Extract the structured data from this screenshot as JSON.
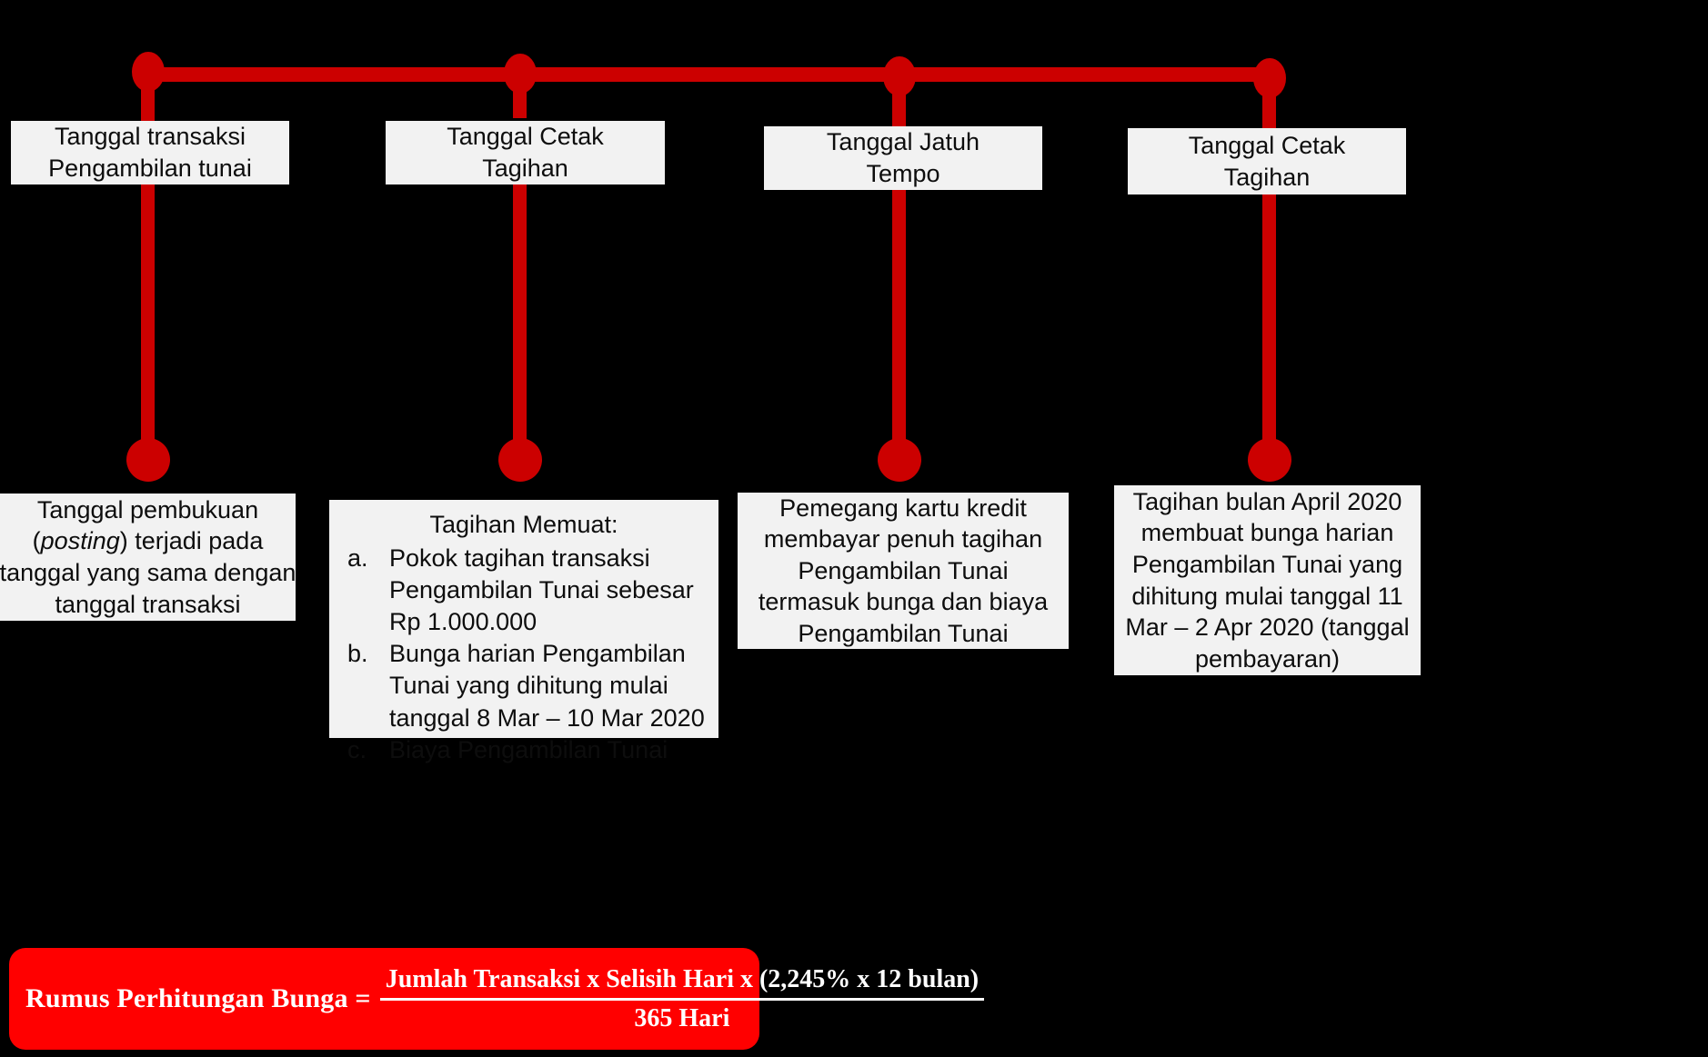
{
  "theme": {
    "background": "#000000",
    "timeline_red": "#CC0000",
    "banner_red": "#FF0000",
    "box_fill": "#F2F2F2",
    "box_text": "#0D0D0D",
    "banner_text": "#FFFFFF"
  },
  "timeline": {
    "name": "credit-card-cash-withdrawal-timeline",
    "nodes": [
      {
        "id": "node-1",
        "top_label_lines": [
          "Tanggal transaksi",
          "Pengambilan tunai"
        ]
      },
      {
        "id": "node-2",
        "top_label_lines": [
          "Tanggal Cetak",
          "Tagihan"
        ]
      },
      {
        "id": "node-3",
        "top_label_lines": [
          "Tanggal Jatuh",
          "Tempo"
        ]
      },
      {
        "id": "node-4",
        "top_label_lines": [
          "Tanggal Cetak",
          "Tagihan"
        ]
      }
    ]
  },
  "top_boxes": [
    {
      "id": "top-box-1",
      "lines": [
        "Tanggal transaksi",
        "Pengambilan tunai"
      ]
    },
    {
      "id": "top-box-2",
      "lines": [
        "Tanggal Cetak",
        "Tagihan"
      ]
    },
    {
      "id": "top-box-3",
      "lines": [
        "Tanggal Jatuh",
        "Tempo"
      ]
    },
    {
      "id": "top-box-4",
      "lines": [
        "Tanggal Cetak",
        "Tagihan"
      ]
    }
  ],
  "bottom_boxes": {
    "box1": {
      "id": "bottom-box-posting",
      "line1": "Tanggal pembukuan",
      "line2_pre": "(",
      "line2_italic": "posting",
      "line2_post": ") terjadi pada",
      "line3": "tanggal yang sama dengan",
      "line4": "tanggal transaksi"
    },
    "box2": {
      "id": "bottom-box-tagihan-memuat",
      "title": "Tagihan Memuat:",
      "items": [
        {
          "marker": "a.",
          "text": "Pokok tagihan transaksi Pengambilan Tunai sebesar Rp 1.000.000"
        },
        {
          "marker": "b.",
          "text": "Bunga harian Pengambilan Tunai yang dihitung mulai tanggal 8 Mar – 10 Mar 2020"
        },
        {
          "marker": "c.",
          "text": "Biaya Pengambilan Tunai"
        }
      ]
    },
    "box3": {
      "id": "bottom-box-jatuh-tempo",
      "text": "Pemegang kartu kredit membayar penuh tagihan Pengambilan Tunai termasuk bunga dan biaya Pengambilan Tunai"
    },
    "box4": {
      "id": "bottom-box-tagihan-april",
      "text": "Tagihan bulan April 2020 membuat bunga harian Pengambilan Tunai yang dihitung mulai tanggal 11 Mar – 2 Apr 2020 (tanggal pembayaran)"
    }
  },
  "formula": {
    "label": "Rumus Perhitungan Bunga =",
    "numerator": "Jumlah Transaksi x Selisih Hari x (2,245% x 12 bulan)",
    "denominator": "365 Hari"
  }
}
